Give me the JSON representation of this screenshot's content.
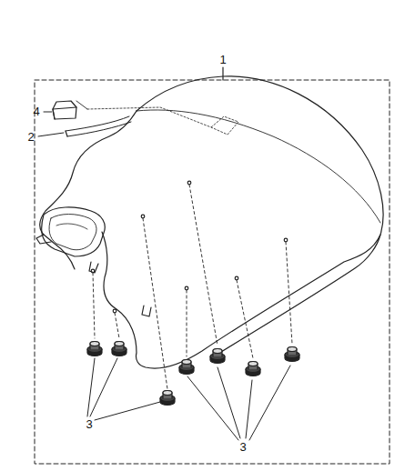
{
  "diagram": {
    "labels": [
      "1",
      "4",
      "2",
      "3",
      "3"
    ]
  }
}
